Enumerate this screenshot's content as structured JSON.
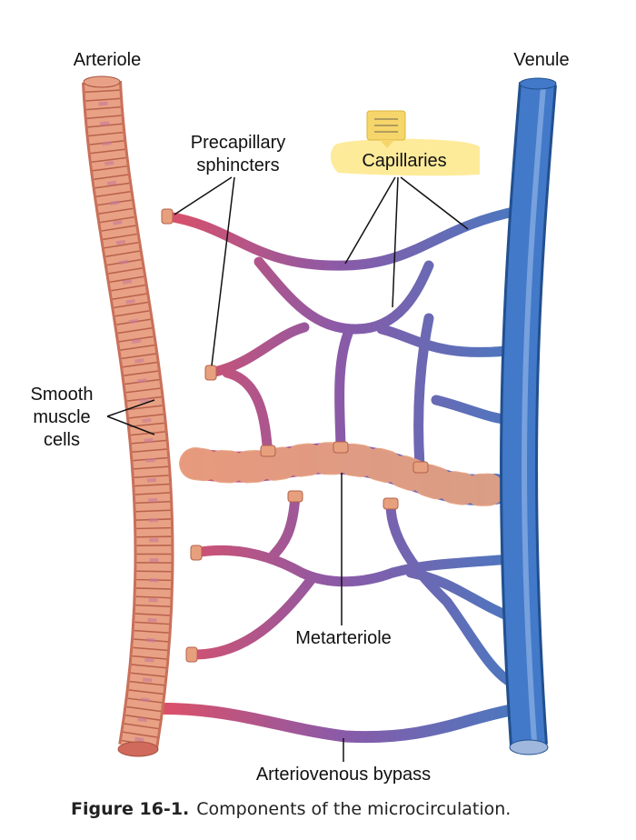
{
  "labels": {
    "arteriole": "Arteriole",
    "venule": "Venule",
    "precapillary_line1": "Precapillary",
    "precapillary_line2": "sphincters",
    "capillaries": "Capillaries",
    "smooth_line1": "Smooth",
    "smooth_line2": "muscle",
    "smooth_line3": "cells",
    "metarteriole": "Metarteriole",
    "bypass": "Arteriovenous bypass"
  },
  "caption": {
    "number": "Figure 16-1.",
    "text": "Components of the microcirculation."
  },
  "colors": {
    "arteriole": "#e39a7c",
    "arterial_blood": "#d9536a",
    "mixed_blood": "#8a5aa8",
    "venous_blood": "#4a78c0",
    "venule": "#3f72c4",
    "highlight": "#fdeb9a"
  }
}
